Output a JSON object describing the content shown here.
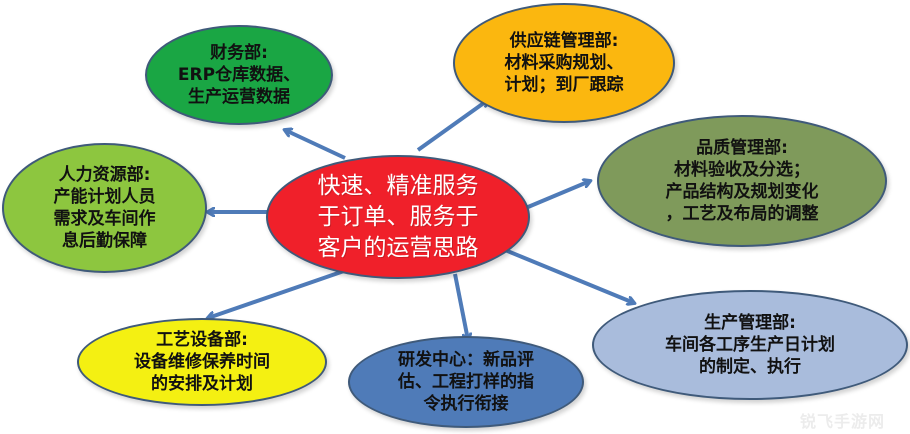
{
  "colors": {
    "arrow": "#4f7bb8",
    "outline": "#3f5a7a"
  },
  "center": {
    "lines": [
      "快速、精准服务",
      "于订单、服务于",
      "客户的运营思路"
    ],
    "color": "#f0202a"
  },
  "nodes": [
    {
      "id": "finance",
      "lines": [
        "财务部:",
        "ERP仓库数据、",
        "生产运营数据"
      ],
      "color": "#1aa644"
    },
    {
      "id": "supply-chain",
      "lines": [
        "供应链管理部:",
        "材料采购规划、",
        "计划；到厂跟踪"
      ],
      "color": "#fbb70f"
    },
    {
      "id": "hr",
      "lines": [
        "人力资源部:",
        "产能计划人员",
        "需求及车间作",
        "息后勤保障"
      ],
      "color": "#8dc63f"
    },
    {
      "id": "quality",
      "lines": [
        "品质管理部:",
        "材料验收及分选；",
        "产品结构及规划变化",
        "，工艺及布局的调整"
      ],
      "color": "#7f9a5b"
    },
    {
      "id": "production",
      "lines": [
        "生产管理部:",
        "车间各工序生产日计划",
        "的制定、执行"
      ],
      "color": "#a9bcdc"
    },
    {
      "id": "process-equipment",
      "lines": [
        "工艺设备部:",
        "设备维修保养时间",
        "的安排及计划"
      ],
      "color": "#f4f012"
    },
    {
      "id": "rnd",
      "lines": [
        "研发中心：新品评",
        "估、工程打样的指",
        "令执行衔接"
      ],
      "color": "#4f7bb8"
    }
  ],
  "watermark": "锐飞手游网"
}
